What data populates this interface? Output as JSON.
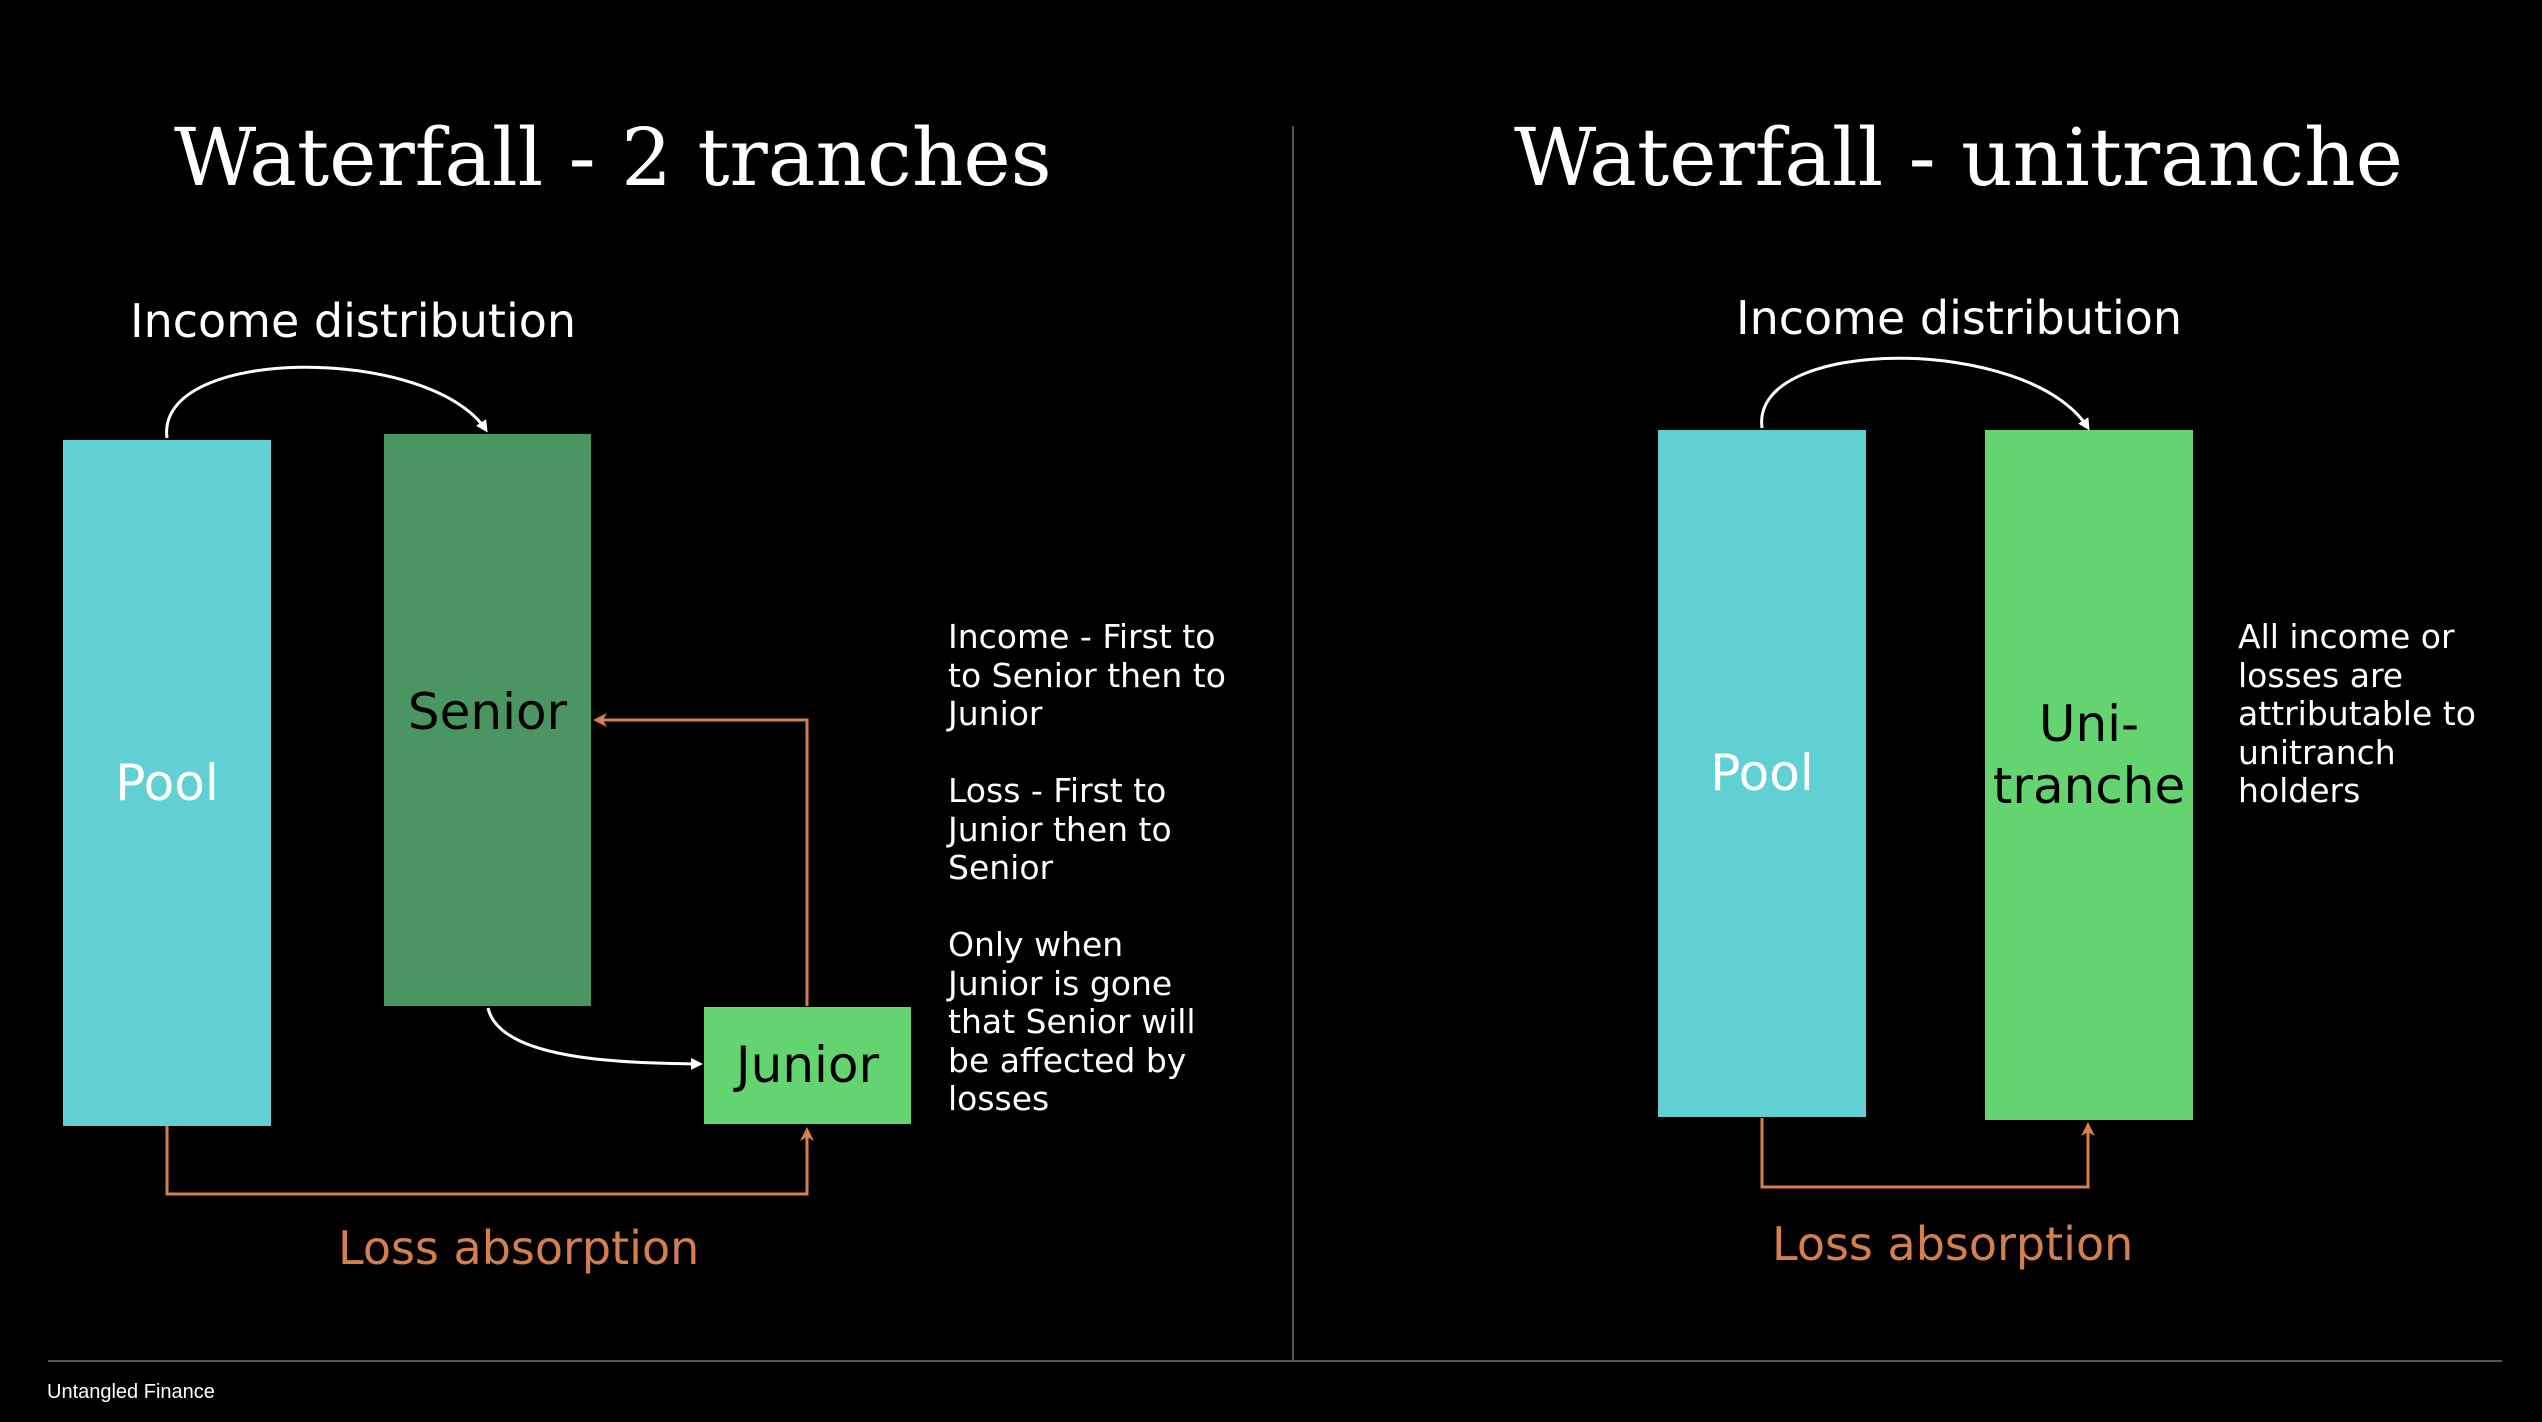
{
  "colors": {
    "background": "#000000",
    "pool": "#60d0d4",
    "senior": "#4a9562",
    "junior": "#63d46f",
    "unitranche": "#63d46f",
    "loss": "#d47f4c",
    "flow_arrow": "#ffffff",
    "divider": "#555555"
  },
  "left": {
    "title": "Waterfall - 2 tranches",
    "income_label": "Income distribution",
    "loss_label": "Loss absorption",
    "pool_label": "Pool",
    "senior_label": "Senior",
    "junior_label": "Junior",
    "note": "Income - First to\nto Senior then to\nJunior\n\nLoss - First to\nJunior then to\nSenior\n\nOnly when\nJunior is gone\nthat Senior will\nbe affected by\nlosses"
  },
  "right": {
    "title": "Waterfall - unitranche",
    "income_label": "Income distribution",
    "loss_label": "Loss absorption",
    "pool_label": "Pool",
    "unitranche_label": "Uni-\ntranche",
    "note": "All income or\nlosses are\nattributable to\nunitranch\nholders"
  },
  "footer": {
    "brand": "Untangled Finance"
  }
}
